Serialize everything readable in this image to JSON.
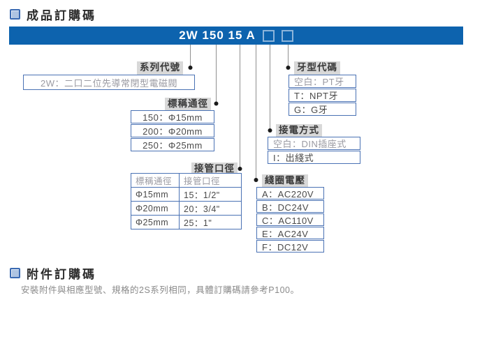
{
  "page": {
    "title_main": "成品訂購碼",
    "title_accessory": "附件訂購碼",
    "accessory_note": "安裝附件與相應型號、規格的2S系列相同，具體訂購碼請參考P100。"
  },
  "code_banner": {
    "code": "2W 150 15 A",
    "blank_slots": 2
  },
  "colors": {
    "banner_blue": "#0d63ae",
    "box_border_blue": "#4a72b4",
    "label_bg_gray": "#d8d8d8",
    "connector_gray": "#909090"
  },
  "sections": {
    "series": {
      "label": "系列代號",
      "rows": [
        "2W：二口二位先導常閉型電磁閥"
      ]
    },
    "nominal_diameter": {
      "label": "標稱通徑",
      "rows": [
        "150：Φ15mm",
        "200：Φ20mm",
        "250：Φ25mm"
      ]
    },
    "pipe_size": {
      "label": "接管口徑",
      "table": {
        "headers": [
          "標稱通徑",
          "接管口徑"
        ],
        "rows": [
          [
            "Φ15mm",
            "15：1/2\""
          ],
          [
            "Φ20mm",
            "20：3/4\""
          ],
          [
            "Φ25mm",
            "25：1\""
          ]
        ]
      }
    },
    "thread_code": {
      "label": "牙型代碼",
      "rows": [
        "空白：PT牙",
        "T：NPT牙",
        "G：G牙"
      ]
    },
    "electrical": {
      "label": "接電方式",
      "rows": [
        "空白：DIN插座式",
        "I：出綫式"
      ]
    },
    "coil_voltage": {
      "label": "綫圈電壓",
      "rows": [
        "A：AC220V",
        "B：DC24V",
        "C：AC110V",
        "E：AC24V",
        "F：DC12V"
      ]
    }
  }
}
